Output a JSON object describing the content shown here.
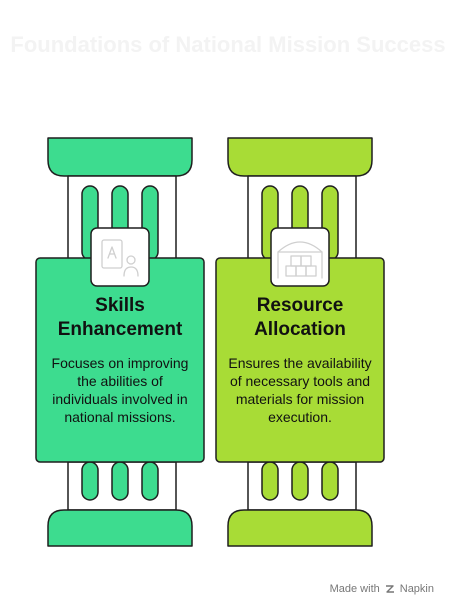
{
  "title": "Foundations of National Mission Success",
  "pillars": [
    {
      "title": "Skills Enhancement",
      "description": "Focuses on improving the abilities of individuals involved in national missions.",
      "color": "#3ddc8f",
      "icon": "skills-icon"
    },
    {
      "title": "Resource Allocation",
      "description": "Ensures the availability of necessary tools and materials for mission execution.",
      "color": "#a8dc36",
      "icon": "resources-icon"
    }
  ],
  "footer": {
    "made_with": "Made with",
    "brand": "Napkin",
    "icon": "napkin-icon"
  }
}
